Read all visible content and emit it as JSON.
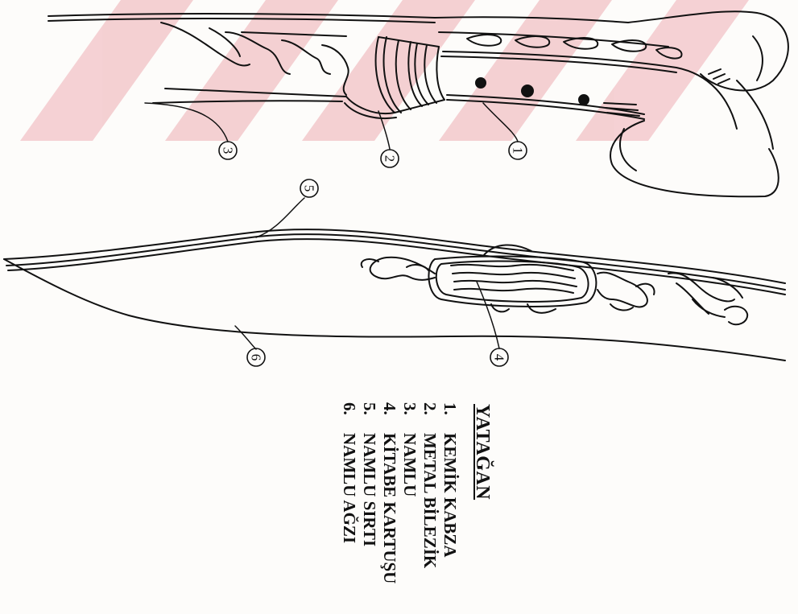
{
  "title": "YATAĞAN",
  "legend": [
    {
      "num": "1.",
      "label": "KEMİK KABZA"
    },
    {
      "num": "2.",
      "label": "METAL BİLEZİK"
    },
    {
      "num": "3.",
      "label": "NAMLU"
    },
    {
      "num": "4.",
      "label": "KİTABE KARTUŞU"
    },
    {
      "num": "5.",
      "label": "NAMLU SIRTI"
    },
    {
      "num": "6.",
      "label": "NAMLU AĞZI"
    }
  ],
  "callouts": [
    "1",
    "2",
    "3",
    "4",
    "5",
    "6"
  ],
  "colors": {
    "watermark": "#f3c9cc",
    "ink": "#111111",
    "paper": "#fdfcfa"
  }
}
